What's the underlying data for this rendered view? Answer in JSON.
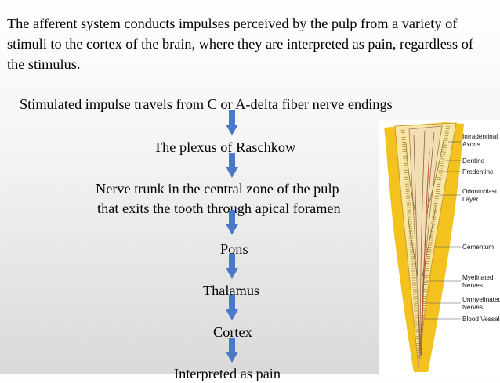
{
  "intro_text": "The afferent system conducts impulses perceived by the pulp from a variety of stimuli to the cortex of the brain, where they are interpreted as pain, regardless of the stimulus.",
  "flow": {
    "steps": [
      "Stimulated impulse travels from C or A-delta fiber nerve endings",
      "The plexus of Raschkow",
      "Nerve trunk in the central zone of the pulp",
      "that exits the tooth through apical foramen",
      "Pons",
      "Thalamus",
      "Cortex",
      "Interpreted as pain"
    ],
    "arrow_color": "#4a7ac7"
  },
  "figure": {
    "labels": [
      "Intradentinal",
      "Axons",
      "Dentine",
      "Predentine",
      "Odontoblast",
      "Layer",
      "Cementum",
      "Myelinated",
      "Nerves",
      "Unmyelinated",
      "Nerves",
      "Blood Vessels"
    ],
    "colors": {
      "enamel_yellow": "#f4c21f",
      "dentine": "#f6e08a",
      "pulp": "#f3ddb5",
      "nerve": "#8a6a3a"
    }
  }
}
